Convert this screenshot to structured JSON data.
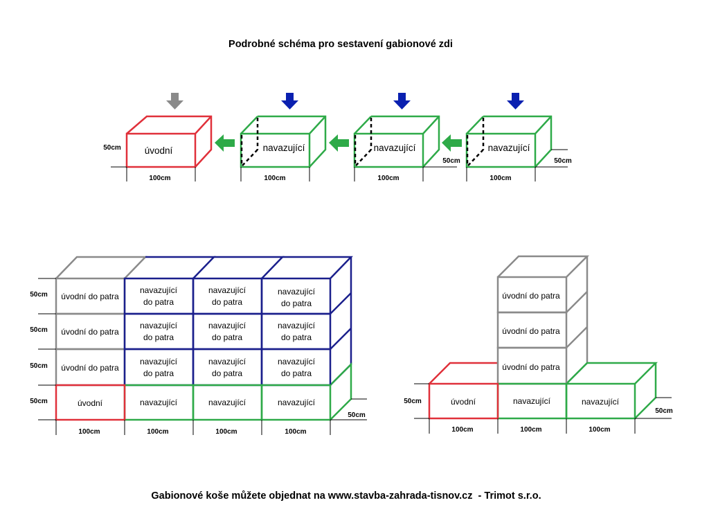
{
  "title": "Podrobné schéma pro sestavení gabionové zdi",
  "footer": "Gabionové koše můžete objednat na www.stavba-zahrada-tisnov.cz  - Trimot s.r.o.",
  "labels": {
    "start": "úvodní",
    "continuing": "navazující",
    "start_floor": "úvodní do patra",
    "continuing_floor_line1": "navazující",
    "continuing_floor_line2": "do patra"
  },
  "dimensions": {
    "width": "100cm",
    "height": "50cm",
    "depth": "50cm"
  },
  "colors": {
    "start": "#e0303a",
    "continuing": "#2eaa48",
    "floor_start": "#8a8a8a",
    "floor_continuing": "#1a1f8c",
    "arrow_down_grey": "#8a8a8a",
    "arrow_down_blue": "#0a20b0",
    "arrow_left_green": "#2eaa48"
  },
  "icons": {
    "down_arrow": "down-arrow-icon",
    "left_arrow": "left-arrow-icon"
  }
}
